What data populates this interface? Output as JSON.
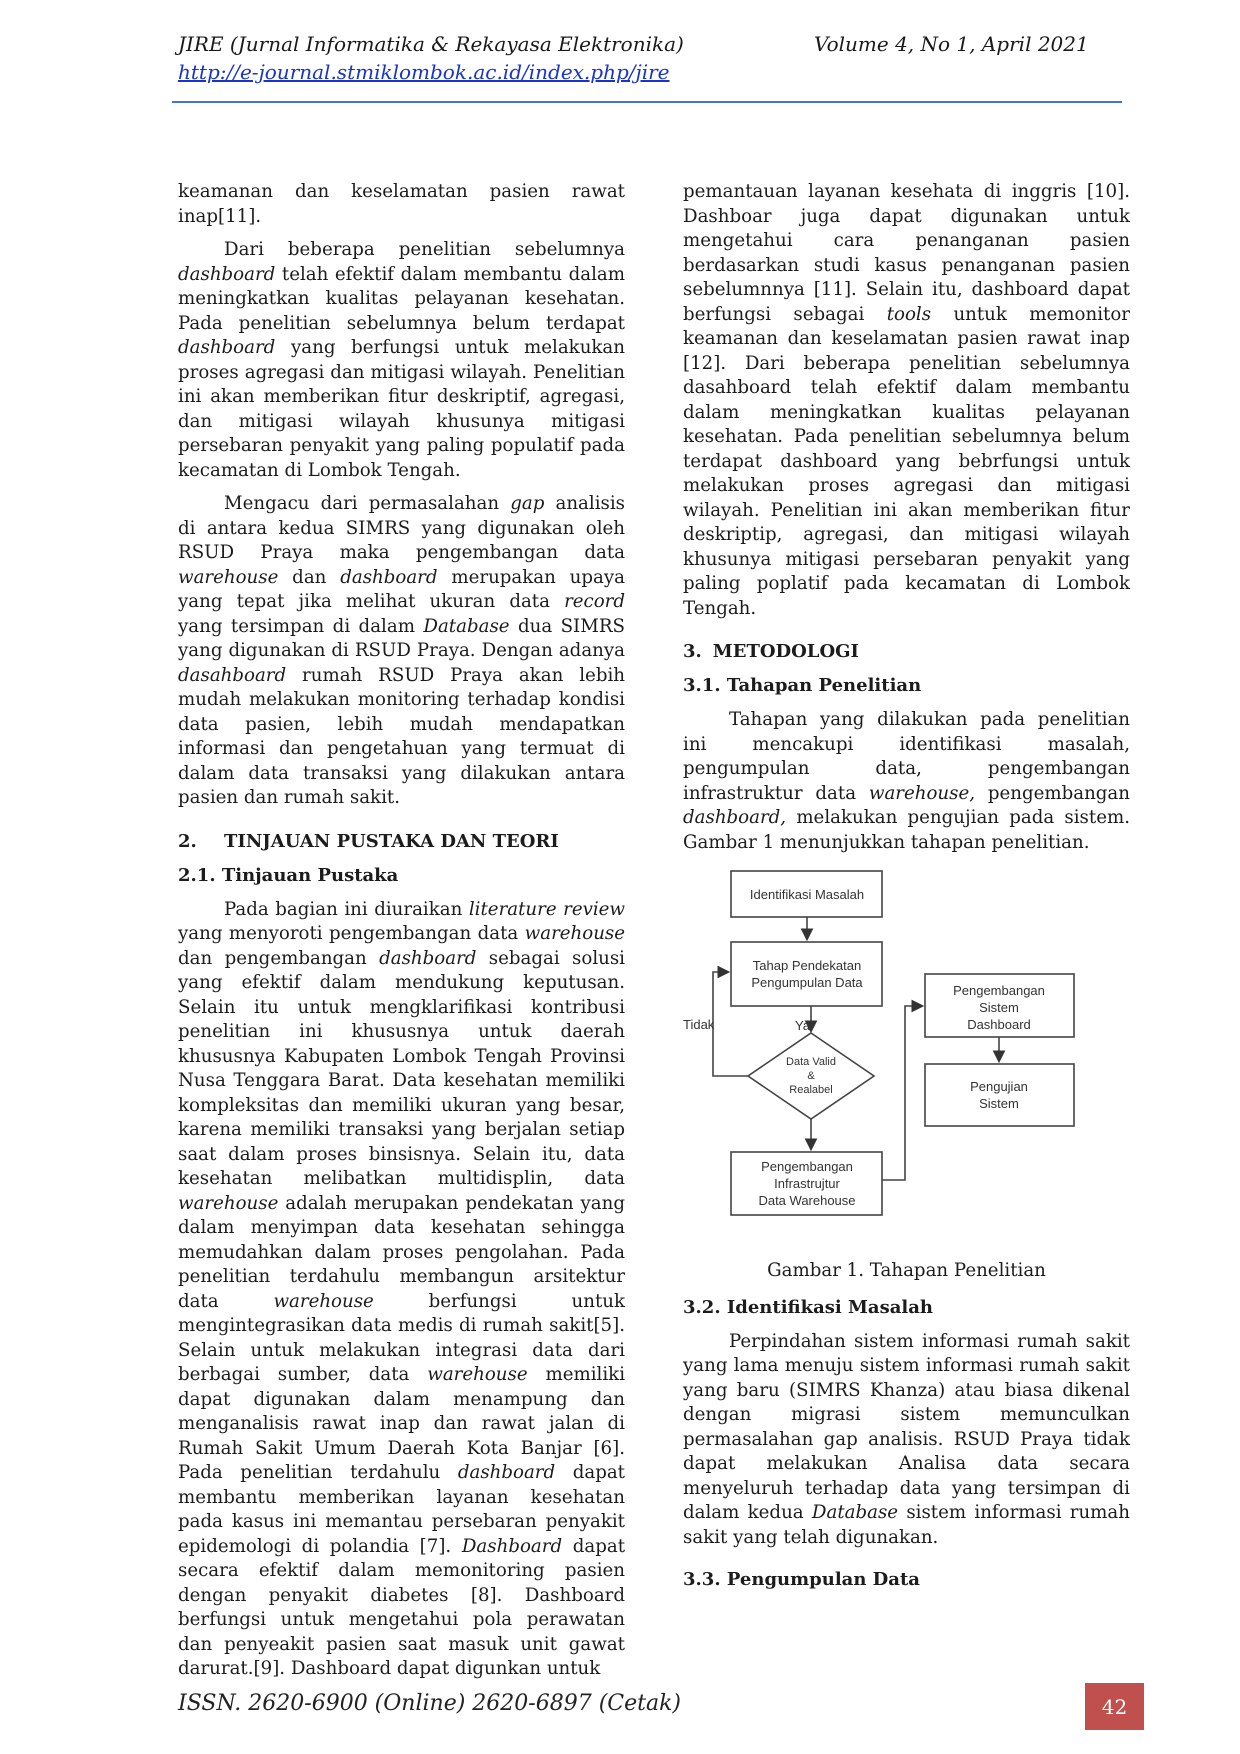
{
  "header": {
    "journal": "JIRE (Jurnal Informatika & Rekayasa Elektronika)",
    "volume": "Volume 4, No 1, April 2021",
    "url": "http://e-journal.stmiklombok.ac.id/index.php/jire"
  },
  "left": {
    "p1": "keamanan dan keselamatan pasien rawat inap[11].",
    "p2": [
      {
        "t": "Dari beberapa penelitian sebelumnya "
      },
      {
        "t": "dashboard",
        "i": true
      },
      {
        "t": " telah efektif dalam membantu dalam meningkatkan kualitas pelayanan kesehatan. Pada penelitian sebelumnya belum terdapat "
      },
      {
        "t": "dashboard",
        "i": true
      },
      {
        "t": " yang berfungsi untuk melakukan proses agregasi dan mitigasi wilayah. Penelitian ini akan memberikan fitur deskriptif, agregasi, dan mitigasi wilayah khusunya mitigasi persebaran penyakit yang paling populatif pada kecamatan di Lombok Tengah."
      }
    ],
    "p3": [
      {
        "t": "Mengacu dari permasalahan "
      },
      {
        "t": "gap",
        "i": true
      },
      {
        "t": " analisis di antara kedua SIMRS yang digunakan oleh RSUD Praya maka pengembangan data "
      },
      {
        "t": "warehouse",
        "i": true
      },
      {
        "t": " dan "
      },
      {
        "t": "dashboard",
        "i": true
      },
      {
        "t": " merupakan upaya yang tepat jika melihat ukuran data "
      },
      {
        "t": "record",
        "i": true
      },
      {
        "t": " yang tersimpan di dalam "
      },
      {
        "t": "Database",
        "i": true
      },
      {
        "t": " dua SIMRS yang digunakan di RSUD Praya. Dengan adanya "
      },
      {
        "t": "dasahboard",
        "i": true
      },
      {
        "t": " rumah RSUD Praya akan lebih mudah melakukan monitoring terhadap kondisi data pasien, lebih mudah mendapatkan informasi dan pengetahuan yang termuat di dalam data transaksi yang dilakukan antara pasien dan rumah sakit."
      }
    ],
    "sec2_num": "2.",
    "sec2_title": "TINJAUAN PUSTAKA DAN TEORI",
    "sub21": "2.1. Tinjauan Pustaka",
    "p4": [
      {
        "t": "Pada bagian ini diuraikan "
      },
      {
        "t": "literature review",
        "i": true
      },
      {
        "t": " yang menyoroti pengembangan data "
      },
      {
        "t": "warehouse",
        "i": true
      },
      {
        "t": " dan pengembangan "
      },
      {
        "t": "dashboard",
        "i": true
      },
      {
        "t": " sebagai solusi yang efektif dalam mendukung keputusan. Selain itu untuk mengklarifikasi kontribusi penelitian ini khususnya untuk daerah khususnya Kabupaten Lombok Tengah Provinsi Nusa Tenggara Barat. Data kesehatan memiliki kompleksitas dan memiliki ukuran yang besar, karena memiliki transaksi yang berjalan setiap saat dalam proses binsisnya. Selain itu, data kesehatan melibatkan multidisplin, data "
      },
      {
        "t": "warehouse",
        "i": true
      },
      {
        "t": " adalah merupakan pendekatan yang dalam menyimpan data kesehatan sehingga memudahkan dalam proses pengolahan. Pada penelitian terdahulu membangun arsitektur data "
      },
      {
        "t": "warehouse",
        "i": true
      },
      {
        "t": " berfungsi untuk mengintegrasikan data medis di rumah sakit[5]. Selain untuk melakukan integrasi data dari berbagai sumber, data "
      },
      {
        "t": "warehouse",
        "i": true
      },
      {
        "t": " memiliki dapat digunakan dalam menampung dan menganalisis rawat inap dan rawat jalan di Rumah Sakit Umum Daerah Kota Banjar [6]. Pada penelitian terdahulu "
      },
      {
        "t": "dashboard",
        "i": true
      },
      {
        "t": " dapat membantu memberikan layanan kesehatan pada kasus ini memantau persebaran penyakit epidemologi di polandia [7]. "
      },
      {
        "t": "Dashboard",
        "i": true
      },
      {
        "t": " dapat secara efektif dalam memonitoring pasien dengan penyakit diabetes [8]. Dashboard berfungsi untuk mengetahui pola perawatan dan penyeakit pasien saat masuk unit gawat darurat.[9]. Dashboard dapat digunkan untuk"
      }
    ]
  },
  "right": {
    "p1": [
      {
        "t": "pemantauan layanan kesehata di inggris [10]. Dashboar juga dapat digunakan untuk mengetahui cara penanganan pasien berdasarkan studi kasus penanganan pasien sebelumnnya [11]. Selain itu, dashboard dapat berfungsi sebagai "
      },
      {
        "t": "tools",
        "i": true
      },
      {
        "t": " untuk memonitor keamanan dan keselamatan pasien rawat inap [12]. Dari beberapa penelitian sebelumnya dasahboard telah efektif dalam membantu dalam meningkatkan kualitas pelayanan kesehatan. Pada penelitian sebelumnya belum terdapat dashboard yang bebrfungsi untuk melakukan proses agregasi dan mitigasi wilayah. Penelitian ini akan memberikan fitur deskriptip, agregasi, dan mitigasi wilayah khusunya mitigasi persebaran penyakit yang paling poplatif pada kecamatan di Lombok Tengah."
      }
    ],
    "sec3_num": "3.",
    "sec3_title": "METODOLOGI",
    "sub31": "3.1. Tahapan Penelitian",
    "p2": [
      {
        "t": "Tahapan yang dilakukan pada penelitian ini mencakupi identifikasi masalah, pengumpulan data, pengembangan infrastruktur data "
      },
      {
        "t": "warehouse,",
        "i": true
      },
      {
        "t": " pengembangan "
      },
      {
        "t": "dashboard,",
        "i": true
      },
      {
        "t": " melakukan pengujian pada sistem. Gambar 1 menunjukkan tahapan penelitian."
      }
    ],
    "figure": {
      "box1": "Identifikasi Masalah",
      "box2_l1": "Tahap Pendekatan",
      "box2_l2": "Pengumpulan Data",
      "decision_l1": "Data Valid",
      "decision_l2": "&",
      "decision_l3": "Realabel",
      "label_no": "Tidak",
      "label_yes": "Ya",
      "box3_l1": "Pengembangan",
      "box3_l2": "Infrastrujtur",
      "box3_l3": "Data Warehouse",
      "box4_l1": "Pengembangan",
      "box4_l2": "Sistem",
      "box4_l3": "Dashboard",
      "box5_l1": "Pengujian",
      "box5_l2": "Sistem"
    },
    "caption": "Gambar 1. Tahapan Penelitian",
    "sub32": "3.2. Identifikasi Masalah",
    "p3": [
      {
        "t": "Perpindahan sistem informasi rumah sakit yang lama menuju sistem informasi rumah sakit yang baru (SIMRS Khanza) atau biasa dikenal dengan migrasi sistem memunculkan permasalahan gap analisis. RSUD Praya tidak dapat melakukan Analisa data secara menyeluruh terhadap data yang tersimpan di dalam kedua "
      },
      {
        "t": "Database",
        "i": true
      },
      {
        "t": " sistem informasi rumah sakit yang telah digunakan."
      }
    ],
    "sub33": "3.3. Pengumpulan Data"
  },
  "footer": {
    "issn": "ISSN. 2620-6900 (Online) 2620-6897 (Cetak)",
    "page": "42"
  }
}
